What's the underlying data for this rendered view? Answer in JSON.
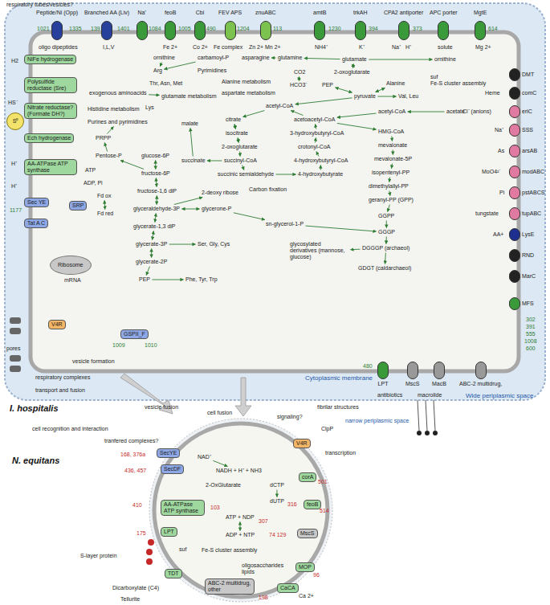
{
  "diagram": {
    "nodes": [
      {
        "text": [
          "Wide periplasmic space"
        ]
      },
      {
        "text": [
          "Cytoplasmic membrane"
        ],
        "in": 0
      },
      {
        "text": [
          "N. equitans"
        ]
      },
      {
        "text": [
          "Peptide/Ni (Opp)"
        ],
        "in": 0
      },
      {
        "text": [
          "Branched AA (Liv)"
        ],
        "in": 0
      },
      {
        "text": [
          "Na⁺"
        ],
        "in": 0
      },
      {
        "text": [
          "feoB"
        ],
        "in": 0
      },
      {
        "text": [
          "Cbi"
        ],
        "in": 0
      },
      {
        "text": [
          "FEV APS"
        ],
        "in": 0
      },
      {
        "text": [
          "znuABC"
        ],
        "in": 0
      },
      {
        "text": [
          "amtB"
        ],
        "in": 0
      },
      {
        "text": [
          "trkAH"
        ],
        "in": 0
      },
      {
        "text": [
          "CPA2 antiporter"
        ],
        "in": 0
      },
      {
        "text": [
          "APC porter"
        ],
        "in": 0
      },
      {
        "text": [
          "MgtE"
        ],
        "in": 0
      },
      {
        "text": [
          "DMT"
        ],
        "in": 0
      },
      {
        "text": [
          "comC"
        ],
        "in": 0
      },
      {
        "text": [
          "eriC"
        ],
        "in": 0
      },
      {
        "text": [
          "SSS"
        ],
        "in": 0
      },
      {
        "text": [
          "arsAB"
        ],
        "in": 0
      },
      {
        "text": [
          "modABC"
        ],
        "in": 0
      },
      {
        "text": [
          "pstABCS"
        ],
        "in": 0
      },
      {
        "text": [
          "tupABC"
        ],
        "in": 0
      },
      {
        "text": [
          "LysE"
        ],
        "in": 0
      },
      {
        "text": [
          "RND"
        ],
        "in": 0
      },
      {
        "text": [
          "MarC"
        ],
        "in": 0
      },
      {
        "text": [
          "MFS"
        ],
        "in": 0
      },
      {
        "text": [
          "LPT"
        ],
        "in": 0
      },
      {
        "text": [
          "MscS"
        ],
        "in": 0
      },
      {
        "text": [
          "MacB"
        ],
        "in": 0
      },
      {
        "text": [
          "ABC-2 multidrug,"
        ],
        "in": 0
      },
      {
        "text": [
          "NiFe hydrogenase"
        ],
        "in": 1
      },
      {
        "text": [
          "Polysulfide reductase (Sre)"
        ],
        "in": 1
      },
      {
        "text": [
          "Nitrate reductase? (Formate DH?)"
        ],
        "in": 1
      },
      {
        "text": [
          "Ech hydrogenase"
        ],
        "in": 1
      },
      {
        "text": [
          "AA-ATPase ATP synthase"
        ],
        "in": 1
      },
      {
        "text": [
          "Sec YE"
        ],
        "in": 1
      },
      {
        "text": [
          "Tat A C"
        ],
        "in": 1
      },
      {
        "text": [
          "SRP"
        ],
        "in": 1
      },
      {
        "text": [
          "Ribosome"
        ],
        "in": 1
      },
      {
        "text": [
          "V4R"
        ],
        "in": 1
      },
      {
        "text": [
          "GSPII_F"
        ],
        "in": 1
      },
      {
        "text": [
          "S⁰"
        ],
        "in": 0
      },
      {
        "text": [
          "glucose-6P"
        ],
        "in": 1
      },
      {
        "text": [
          "fructose-6P"
        ],
        "in": 1
      },
      {
        "text": [
          "fructose-1,6 diP"
        ],
        "in": 1
      },
      {
        "text": [
          "glyceraldehyde-3P"
        ],
        "in": 1
      },
      {
        "text": [
          "glycerate-1,3 diP"
        ],
        "in": 1
      },
      {
        "text": [
          "glycerate-3P"
        ],
        "in": 1
      },
      {
        "text": [
          "glycerate-2P"
        ],
        "in": 1
      },
      {
        "text": [
          "PEP"
        ],
        "in": 1
      },
      {
        "text": [
          "Pentose-P"
        ],
        "in": 1
      },
      {
        "text": [
          "PRPP"
        ],
        "in": 1
      },
      {
        "text": [
          "Histidine metabolism"
        ],
        "in": 1
      },
      {
        "text": [
          "Purines and pyrimidines"
        ],
        "in": 1
      },
      {
        "text": [
          "glycerone-P"
        ],
        "in": 1
      },
      {
        "text": [
          "2-deoxy ribose"
        ],
        "in": 1
      },
      {
        "text": [
          "sn-glycerol-1-P"
        ],
        "in": 1
      },
      {
        "text": [
          "Ser, Gly, Cys"
        ],
        "in": 1
      },
      {
        "text": [
          "Phe, Tyr, Trp"
        ],
        "in": 1
      },
      {
        "text": [
          "exogenous aminoacids"
        ],
        "in": 1
      },
      {
        "text": [
          "glutamate metabolism"
        ],
        "in": 1
      },
      {
        "text": [
          "carbamoyl-P"
        ],
        "in": 1
      },
      {
        "text": [
          "ornithine"
        ],
        "in": 1
      },
      {
        "text": [
          "Arg"
        ],
        "in": 1
      },
      {
        "text": [
          "Thr, Asn, Met"
        ],
        "in": 1
      },
      {
        "text": [
          "Lys"
        ],
        "in": 1
      },
      {
        "text": [
          "Pyrimidines"
        ],
        "in": 1
      },
      {
        "text": [
          "Alanine metabolism"
        ],
        "in": 1
      },
      {
        "text": [
          "aspartate metabolism"
        ],
        "in": 1
      },
      {
        "text": [
          "asparagine"
        ],
        "in": 1
      },
      {
        "text": [
          "glutamine"
        ],
        "in": 1
      },
      {
        "text": [
          "glutamate"
        ],
        "in": 1
      },
      {
        "text": [
          "2-oxoglutarate"
        ],
        "in": 1
      },
      {
        "text": [
          "ornithine"
        ],
        "in": 1
      },
      {
        "text": [
          "Alanine"
        ],
        "in": 1
      },
      {
        "text": [
          "pyruvate"
        ],
        "in": 1
      },
      {
        "text": [
          "PEP"
        ],
        "in": 1
      },
      {
        "text": [
          "HCO3⁻"
        ],
        "in": 1
      },
      {
        "text": [
          "CO2"
        ],
        "in": 1
      },
      {
        "text": [
          "acetyl-CoA"
        ],
        "in": 1
      },
      {
        "text": [
          "citrate"
        ],
        "in": 1
      },
      {
        "text": [
          "isocitrate"
        ],
        "in": 1
      },
      {
        "text": [
          "2-oxoglutarate"
        ],
        "in": 1
      },
      {
        "text": [
          "succinyl-CoA"
        ],
        "in": 1
      },
      {
        "text": [
          "succinic semialdehyde"
        ],
        "in": 1
      },
      {
        "text": [
          "4-hydroxybutyrate"
        ],
        "in": 1
      },
      {
        "text": [
          "4-hydroxybutyryl-CoA"
        ],
        "in": 1
      },
      {
        "text": [
          "crotonyl-CoA"
        ],
        "in": 1
      },
      {
        "text": [
          "3-hydroxybutyryl-CoA"
        ],
        "in": 1
      },
      {
        "text": [
          "acetoacetyl-CoA"
        ],
        "in": 1
      },
      {
        "text": [
          "malate"
        ],
        "in": 1
      },
      {
        "text": [
          "succinate"
        ],
        "in": 1
      },
      {
        "text": [
          "acetyl-CoA"
        ],
        "in": 1
      },
      {
        "text": [
          "acetate"
        ],
        "in": 1
      },
      {
        "text": [
          "HMG-CoA"
        ],
        "in": 1
      },
      {
        "text": [
          "mevalonate"
        ],
        "in": 1
      },
      {
        "text": [
          "mevalonate-5P"
        ],
        "in": 1
      },
      {
        "text": [
          "isopentenyl-PP"
        ],
        "in": 1
      },
      {
        "text": [
          "dimethylallyl-PP"
        ],
        "in": 1
      },
      {
        "text": [
          "geranyl-PP (GPP)"
        ],
        "in": 1
      },
      {
        "text": [
          "GGPP"
        ],
        "in": 1
      },
      {
        "text": [
          "GGGP"
        ],
        "in": 1
      },
      {
        "text": [
          "DGGGP (archaeol)"
        ],
        "in": 1
      },
      {
        "text": [
          "GDGT (caldarchaeol)"
        ],
        "in": 1
      },
      {
        "text": [
          "glycosylated derivatives (mannose, glucose)"
        ],
        "in": 1
      },
      {
        "text": [
          "Val, Leu"
        ],
        "in": 1
      },
      {
        "text": [
          "Fd ox"
        ],
        "in": 1
      },
      {
        "text": [
          "Fd red"
        ],
        "in": 1
      },
      {
        "text": [
          "SecYE"
        ],
        "in": 2
      },
      {
        "text": [
          "SecDF"
        ],
        "in": 2
      },
      {
        "text": [
          "AA-ATPase ATP synthase"
        ],
        "in": 2
      },
      {
        "text": [
          "V4R"
        ],
        "in": 2
      },
      {
        "text": [
          "NAD⁺"
        ],
        "in": 2
      },
      {
        "text": [
          "NADH + H⁺ + NH3"
        ],
        "in": 2
      },
      {
        "text": [
          "2-OxGlutarate"
        ],
        "in": 2
      },
      {
        "text": [
          "dCTP"
        ],
        "in": 2
      },
      {
        "text": [
          "dUTP"
        ],
        "in": 2
      },
      {
        "text": [
          "ATP + NDP"
        ],
        "in": 2
      },
      {
        "text": [
          "ADP + NTP"
        ],
        "in": 2
      },
      {
        "text": [
          "corA"
        ],
        "in": 2
      },
      {
        "text": [
          "feoB"
        ],
        "in": 2
      },
      {
        "text": [
          "MscS"
        ],
        "in": 2
      },
      {
        "text": [
          "suf"
        ],
        "in": 2
      },
      {
        "text": [
          "MOP"
        ],
        "in": 2
      },
      {
        "text": [
          "oligosaccharides lipids"
        ],
        "in": 2
      },
      {
        "text": [
          "CaCA"
        ],
        "in": 2
      },
      {
        "text": [
          "ABC-2 multidrug, other"
        ],
        "in": 2
      },
      {
        "text": [
          "TDT"
        ],
        "in": 2
      },
      {
        "text": [
          "LPT"
        ],
        "in": 2
      },
      {
        "text": [
          "Fe-S cluster assembly"
        ],
        "in": 2
      },
      {
        "text": [
          "suf",
          "Fe-S cluster assembly"
        ],
        "in": 1
      }
    ],
    "edges": [
      {
        "from": 43,
        "to": 44,
        "arrow": "both"
      },
      {
        "from": 44,
        "to": 45,
        "arrow": "both"
      },
      {
        "from": 45,
        "to": 46,
        "arrow": "both"
      },
      {
        "from": 46,
        "to": 47,
        "arrow": "both"
      },
      {
        "from": 47,
        "to": 48,
        "arrow": "both"
      },
      {
        "from": 48,
        "to": 49,
        "arrow": "both"
      },
      {
        "from": 49,
        "to": 50,
        "arrow": "to"
      },
      {
        "from": 44,
        "to": 51,
        "arrow": "to"
      },
      {
        "from": 51,
        "to": 52,
        "arrow": "to"
      },
      {
        "from": 52,
        "to": 54,
        "arrow": "to"
      },
      {
        "from": 46,
        "to": 55,
        "arrow": "both"
      },
      {
        "from": 55,
        "to": 57,
        "arrow": "to"
      },
      {
        "from": 48,
        "to": 58,
        "arrow": "to"
      },
      {
        "from": 50,
        "to": 59,
        "arrow": "to"
      },
      {
        "from": 46,
        "to": 56,
        "arrow": "to"
      },
      {
        "from": 60,
        "to": 61,
        "arrow": "to"
      },
      {
        "from": 63,
        "to": 64,
        "arrow": "to"
      },
      {
        "from": 62,
        "to": 64,
        "arrow": "to"
      },
      {
        "from": 72,
        "to": 71,
        "arrow": "to"
      },
      {
        "from": 71,
        "to": 70,
        "arrow": "to"
      },
      {
        "from": 73,
        "to": 72,
        "arrow": "both"
      },
      {
        "from": 72,
        "to": 74,
        "arrow": "to"
      },
      {
        "from": 77,
        "to": 76,
        "arrow": "both"
      },
      {
        "from": 76,
        "to": 75,
        "arrow": "both"
      },
      {
        "from": 79,
        "to": 78,
        "arrow": "both"
      },
      {
        "from": 76,
        "to": 80,
        "arrow": "to"
      },
      {
        "from": 76,
        "to": 106,
        "arrow": "to"
      },
      {
        "from": 80,
        "to": 81,
        "arrow": "to"
      },
      {
        "from": 81,
        "to": 82,
        "arrow": "both"
      },
      {
        "from": 82,
        "to": 83,
        "arrow": "both"
      },
      {
        "from": 83,
        "to": 84,
        "arrow": "to"
      },
      {
        "from": 84,
        "to": 85,
        "arrow": "to"
      },
      {
        "from": 85,
        "to": 86,
        "arrow": "to"
      },
      {
        "from": 86,
        "to": 87,
        "arrow": "to"
      },
      {
        "from": 87,
        "to": 88,
        "arrow": "to"
      },
      {
        "from": 88,
        "to": 89,
        "arrow": "to"
      },
      {
        "from": 89,
        "to": 90,
        "arrow": "to"
      },
      {
        "from": 90,
        "to": 80,
        "arrow": "to"
      },
      {
        "from": 90,
        "to": 95,
        "arrow": "to"
      },
      {
        "from": 95,
        "to": 96,
        "arrow": "to"
      },
      {
        "from": 96,
        "to": 97,
        "arrow": "to"
      },
      {
        "from": 97,
        "to": 98,
        "arrow": "to"
      },
      {
        "from": 98,
        "to": 99,
        "arrow": "to"
      },
      {
        "from": 99,
        "to": 100,
        "arrow": "to"
      },
      {
        "from": 100,
        "to": 101,
        "arrow": "to"
      },
      {
        "from": 101,
        "to": 102,
        "arrow": "to"
      },
      {
        "from": 102,
        "to": 103,
        "arrow": "to"
      },
      {
        "from": 103,
        "to": 104,
        "arrow": "to"
      },
      {
        "from": 103,
        "to": 105,
        "arrow": "to"
      },
      {
        "from": 57,
        "to": 102,
        "arrow": "to"
      },
      {
        "from": 94,
        "to": 93,
        "arrow": "to"
      },
      {
        "from": 93,
        "to": 90,
        "arrow": "to"
      },
      {
        "from": 84,
        "to": 92,
        "arrow": "to"
      },
      {
        "from": 92,
        "to": 91,
        "arrow": "to"
      },
      {
        "from": 107,
        "to": 108,
        "arrow": "both"
      },
      {
        "from": 113,
        "to": 114,
        "arrow": "to"
      },
      {
        "from": 116,
        "to": 117,
        "arrow": "to"
      },
      {
        "from": 118,
        "to": 119,
        "arrow": "both"
      }
    ],
    "labels": [
      "I. hospitalis",
      "respiratory tubes/vesicles?",
      "oligo dipeptides",
      "I,L,V",
      "Fe 2+",
      "Co 2+",
      "Fe complex",
      "Zn 2+ Mn 2+",
      "NH4⁺",
      "K⁺",
      "Na⁺",
      "H⁺",
      "solute",
      "Mg 2+",
      "Heme",
      "Cl⁻ (anions)",
      "Na⁺",
      "As",
      "MoO4²⁻",
      "Pi",
      "tungstate",
      "AA+",
      "H2",
      "HS⁻",
      "H⁺",
      "H⁺",
      "1177",
      "pores",
      "respiratory complexes",
      "transport and fusion",
      "vesicle formation",
      "mRNA",
      "ATP",
      "ADP, Pi",
      "Carbon fixation",
      "antibiotics",
      "macrolide",
      "narrow periplasmic space",
      "vesicle fusion",
      "cell fusion",
      "cell recognition and interaction",
      "tranfered complexes?",
      "signaling?",
      "fibrilar structures",
      "S-layer protein",
      "Dicarboxylate (C4)",
      "Tellurite",
      "ClpP",
      "transcription",
      "168, 376a",
      "436, 457",
      "103",
      "410",
      "175",
      "74 129",
      "307",
      "316",
      "501",
      "514",
      "96",
      "198",
      "1021",
      "1335",
      "139",
      "1401",
      "1084",
      "1005",
      "490",
      "1204",
      "113",
      "1230",
      "394",
      "373",
      "614",
      "480",
      "1009",
      "1010",
      "302",
      "391",
      "555",
      "1008",
      "600",
      "Ca 2+"
    ]
  }
}
